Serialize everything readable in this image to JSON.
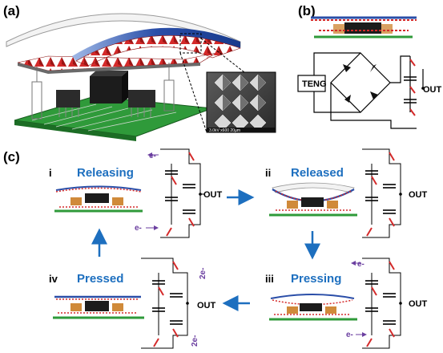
{
  "panels": {
    "a_label": "(a)",
    "b_label": "(b)",
    "c_label": "(c)"
  },
  "panel_b": {
    "source_label": "TENG",
    "output_label": "OUT"
  },
  "panel_c": {
    "stages": [
      {
        "num": "i",
        "title": "Releasing",
        "out_label": "OUT",
        "charge_top": "e-",
        "charge_bottom": "e-"
      },
      {
        "num": "ii",
        "title": "Released",
        "out_label": "OUT"
      },
      {
        "num": "iii",
        "title": "Pressing",
        "out_label": "OUT",
        "charge_top": "e-",
        "charge_bottom": "e-"
      },
      {
        "num": "iv",
        "title": "Pressed",
        "out_label": "OUT",
        "charge_top": "2e-",
        "charge_bottom": "2e-"
      }
    ]
  },
  "colors": {
    "stage_title": "#1d6fbf",
    "arrow": "#1d6fbf",
    "electron": "#6b3fa0",
    "pyramid_red": "#d42a2a",
    "arch_blue": "#2a4ea8",
    "pcb_green": "#2f9a3a"
  },
  "sem_scale_bar": "3.0kV x600 20µm"
}
